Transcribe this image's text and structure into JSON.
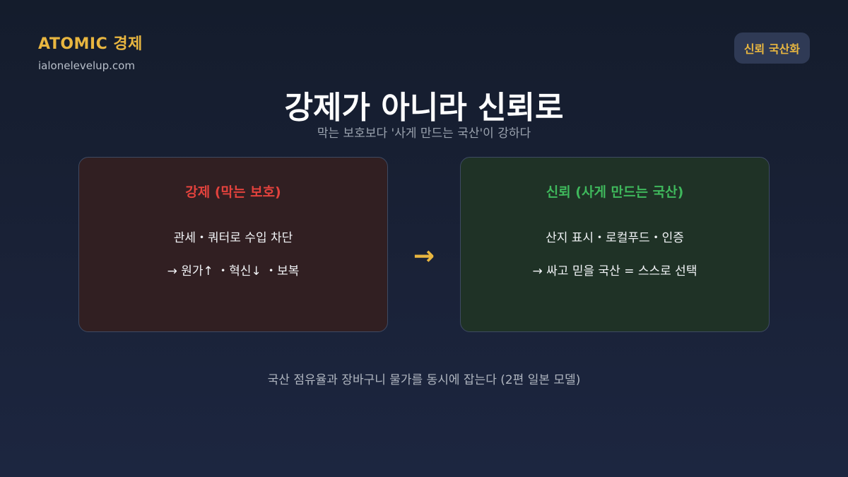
{
  "brand": {
    "title": "ATOMIC 경제",
    "url": "ialonelevelup.com"
  },
  "badge": "신뢰 국산화",
  "title": "강제가 아니라 신뢰로",
  "subtitle": "막는 보호보다 '사게 만드는 국산'이 강하다",
  "cards": [
    {
      "heading": "강제 (막는 보호)",
      "lines": [
        "관세・쿼터로 수입 차단",
        "→ 원가↑ ・혁신↓ ・보복"
      ]
    },
    {
      "heading": "신뢰 (사게 만드는 국산)",
      "lines": [
        "산지 표시・로컬푸드・인증",
        "→ 싸고 믿을 국산 = 스스로 선택"
      ]
    }
  ],
  "arrow": "→",
  "footer": "국산 점유율과 장바구니 물가를 동시에 잡는다 (2편 일본 모델)",
  "colors": {
    "accent": "#e8b640",
    "force": "#e2423d",
    "trust": "#3fb85c"
  }
}
